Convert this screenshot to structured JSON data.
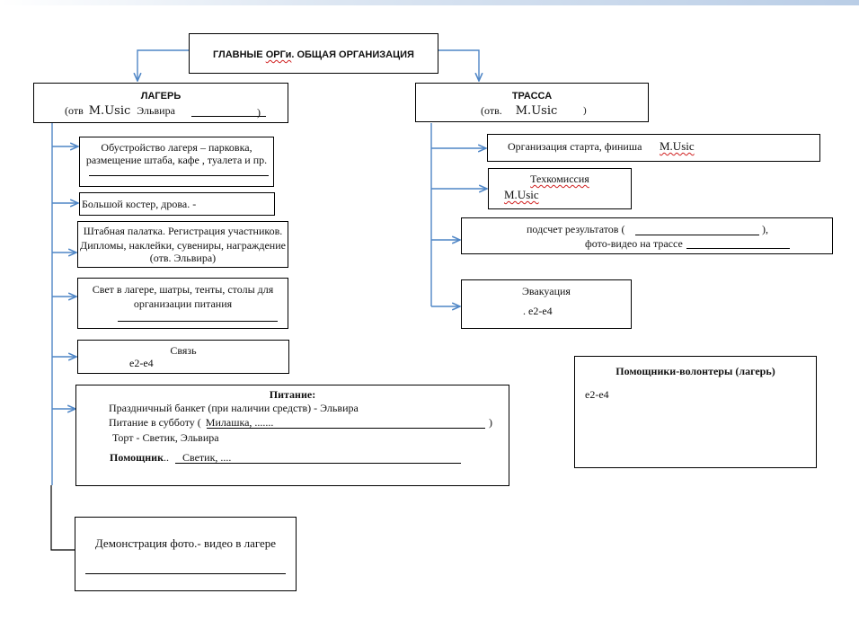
{
  "top": {
    "title_a": "ГЛАВНЫЕ ",
    "title_b": "ОРГи",
    "title_c": ". ОБЩАЯ ОРГАНИЗАЦИЯ"
  },
  "camp": {
    "title": "ЛАГЕРЬ",
    "resp_label": "(отв",
    "resp_name_a": "M.Usic",
    "resp_name_b": "Эльвира",
    "resp_close": ")",
    "items": {
      "setup": {
        "line1": "Обустройство лагеря – парковка,",
        "line2": "размещение штаба,  кафе , туалета и пр."
      },
      "bonfire": {
        "text": "Большой костер, дрова. -"
      },
      "hq": {
        "line1": "Штабная палатка. Регистрация участников.",
        "line2": "Дипломы, наклейки, сувениры, награждение",
        "line3": "(отв. Эльвира)"
      },
      "light": {
        "line1": "Свет в лагере, шатры, тенты, столы для",
        "line2": "организации  питания"
      },
      "comm": {
        "title": "Связь",
        "value": "e2-e4"
      },
      "food": {
        "title": "Питание:",
        "banquet": "Праздничный банкет  (при наличии средств)   - Эльвира",
        "saturday_label": "Питание в субботу  (",
        "saturday_value": "Милашка, .......",
        "saturday_close": ")",
        "cake": "Торт -  Светик, Эльвира",
        "helpers_label": "Помощник",
        "helpers_dots": "..",
        "helpers_value": "Светик,   ...."
      },
      "demo": {
        "text": "Демонстрация фото.- видео в лагере"
      }
    }
  },
  "track": {
    "title": "ТРАССА",
    "resp_label": "(отв.",
    "resp_name": "M.Usic",
    "resp_close": ")",
    "items": {
      "start": {
        "text": "Организация старта, финиша",
        "value": "M.Usic"
      },
      "tech": {
        "title": "Техкомиссия",
        "value": "M.Usic"
      },
      "results": {
        "line1": "подсчет результатов (",
        "line1_close": "),",
        "line2": "фото-видео на трассе"
      },
      "evac": {
        "title": "Эвакуация",
        "value": ". e2-e4"
      }
    }
  },
  "volunteers": {
    "title": "Помощники-волонтеры (лагерь)",
    "value": "e2-e4"
  }
}
